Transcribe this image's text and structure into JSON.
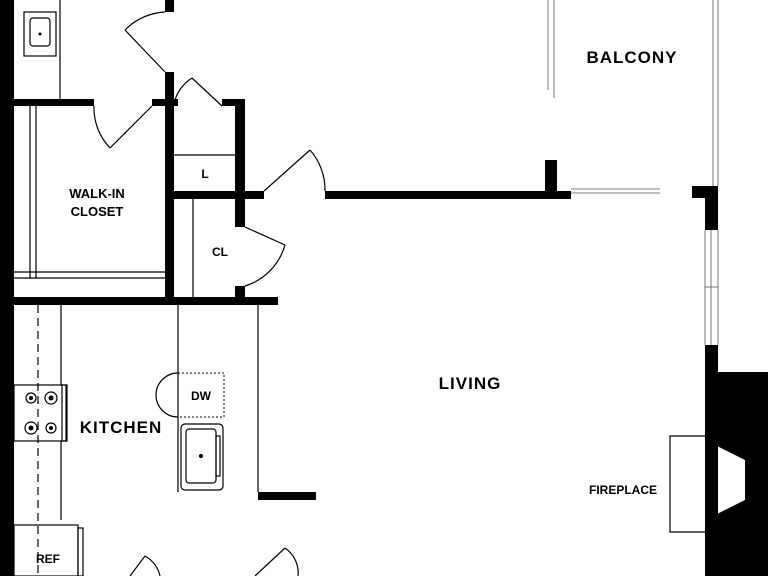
{
  "rooms": {
    "balcony": "BALCONY",
    "walk_in_closet_line1": "WALK-IN",
    "walk_in_closet_line2": "CLOSET",
    "linen": "L",
    "closet": "CL",
    "living": "LIVING",
    "kitchen": "KITCHEN",
    "fireplace": "FIREPLACE"
  },
  "fixtures": {
    "dishwasher": "DW",
    "refrigerator": "REF"
  },
  "colors": {
    "wall": "#000000",
    "background": "#ffffff"
  }
}
